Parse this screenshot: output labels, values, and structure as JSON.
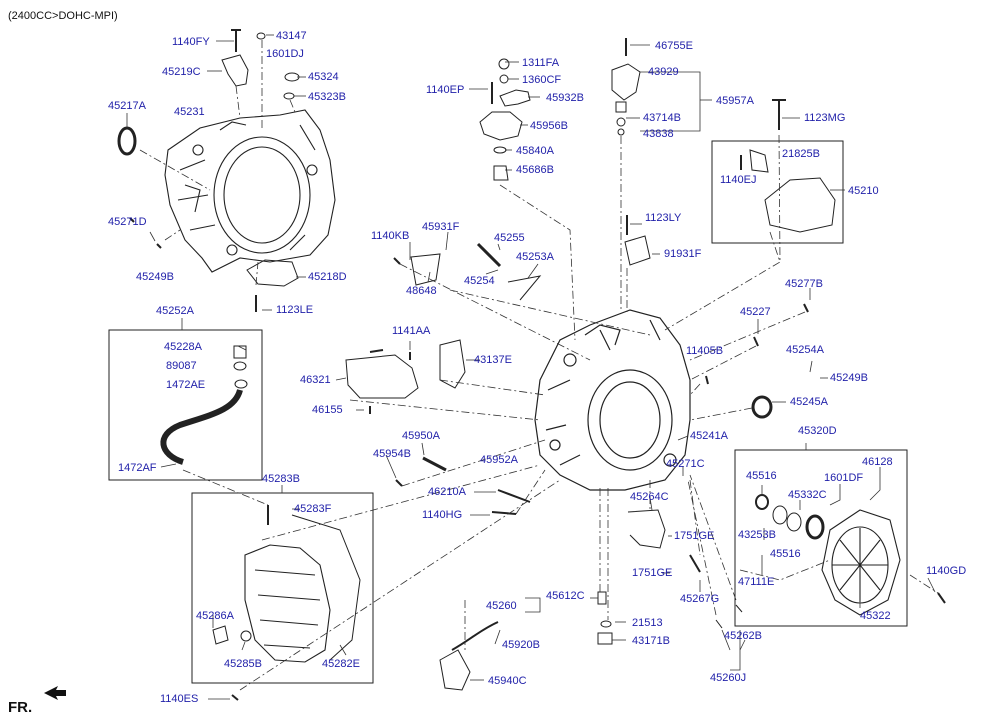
{
  "header": {
    "title": "(2400CC>DOHC-MPI)"
  },
  "footer": {
    "direction_label": "FR."
  },
  "labels": {
    "p1140FY": "1140FY",
    "p1601DJ_top": "1601DJ",
    "p43147": "43147",
    "p45219C": "45219C",
    "p45324": "45324",
    "p45323B": "45323B",
    "p45217A": "45217A",
    "p45231": "45231",
    "p45271D": "45271D",
    "p45249B_left": "45249B",
    "p45218D": "45218D",
    "p1123LE": "1123LE",
    "p1311FA": "1311FA",
    "p1360CF": "1360CF",
    "p1140EP": "1140EP",
    "p45932B": "45932B",
    "p45956B": "45956B",
    "p45840A": "45840A",
    "p45686B": "45686B",
    "p46755E": "46755E",
    "p43929": "43929",
    "p45957A": "45957A",
    "p43714B": "43714B",
    "p43838": "43838",
    "p1123MG": "1123MG",
    "p21825B": "21825B",
    "p1140EJ": "1140EJ",
    "p45210": "45210",
    "p1123LY": "1123LY",
    "p91931F": "91931F",
    "p1140KB": "1140KB",
    "p45931F": "45931F",
    "p45255": "45255",
    "p45253A": "45253A",
    "p45254": "45254",
    "p48648": "48648",
    "p45277B": "45277B",
    "p45227": "45227",
    "p11405B": "11405B",
    "p45254A": "45254A",
    "p45249B_right": "45249B",
    "p45245A": "45245A",
    "p45252A": "45252A",
    "p45228A": "45228A",
    "p89087": "89087",
    "p1472AE": "1472AE",
    "p1472AF": "1472AF",
    "p1141AA": "1141AA",
    "p43137E": "43137E",
    "p46321": "46321",
    "p46155": "46155",
    "p45950A": "45950A",
    "p45954B": "45954B",
    "p45952A": "45952A",
    "p46210A": "46210A",
    "p1140HG": "1140HG",
    "p45241A": "45241A",
    "p45271C": "45271C",
    "p45264C": "45264C",
    "p1751GE_a": "1751GE",
    "p1751GE_b": "1751GE",
    "p45267G": "45267G",
    "p45320D": "45320D",
    "p45516_a": "45516",
    "p46128": "46128",
    "p1601DF": "1601DF",
    "p45332C": "45332C",
    "p43253B": "43253B",
    "p45516_b": "45516",
    "p47111E": "47111E",
    "p1140GD": "1140GD",
    "p45322": "45322",
    "p45283B": "45283B",
    "p45283F": "45283F",
    "p45286A": "45286A",
    "p45285B": "45285B",
    "p45282E": "45282E",
    "p1140ES": "1140ES",
    "p45260": "45260",
    "p45612C": "45612C",
    "p21513": "21513",
    "p43171B": "43171B",
    "p45920B": "45920B",
    "p45940C": "45940C",
    "p45262B": "45262B",
    "p45260J": "45260J"
  }
}
